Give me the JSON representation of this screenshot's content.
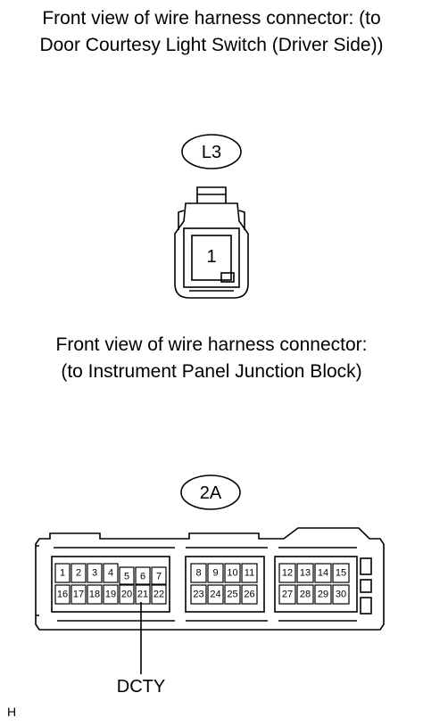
{
  "captions": {
    "top_line1": "Front view of wire harness connector: (to",
    "top_line2": "Door Courtesy Light Switch (Driver Side))",
    "bottom_line1": "Front view of wire harness connector:",
    "bottom_line2": "(to Instrument Panel Junction Block)"
  },
  "connector_l3": {
    "label": "L3",
    "pins": [
      "1"
    ]
  },
  "connector_2a": {
    "label": "2A",
    "block1_top": [
      "1",
      "2",
      "3",
      "4",
      "5",
      "6",
      "7"
    ],
    "block1_bottom": [
      "16",
      "17",
      "18",
      "19",
      "20",
      "21",
      "22"
    ],
    "block2_top": [
      "8",
      "9",
      "10",
      "11"
    ],
    "block2_bottom": [
      "23",
      "24",
      "25",
      "26"
    ],
    "block3_top": [
      "12",
      "13",
      "14",
      "15"
    ],
    "block3_bottom": [
      "27",
      "28",
      "29",
      "30"
    ],
    "callout": "DCTY"
  },
  "corner_mark": "H"
}
